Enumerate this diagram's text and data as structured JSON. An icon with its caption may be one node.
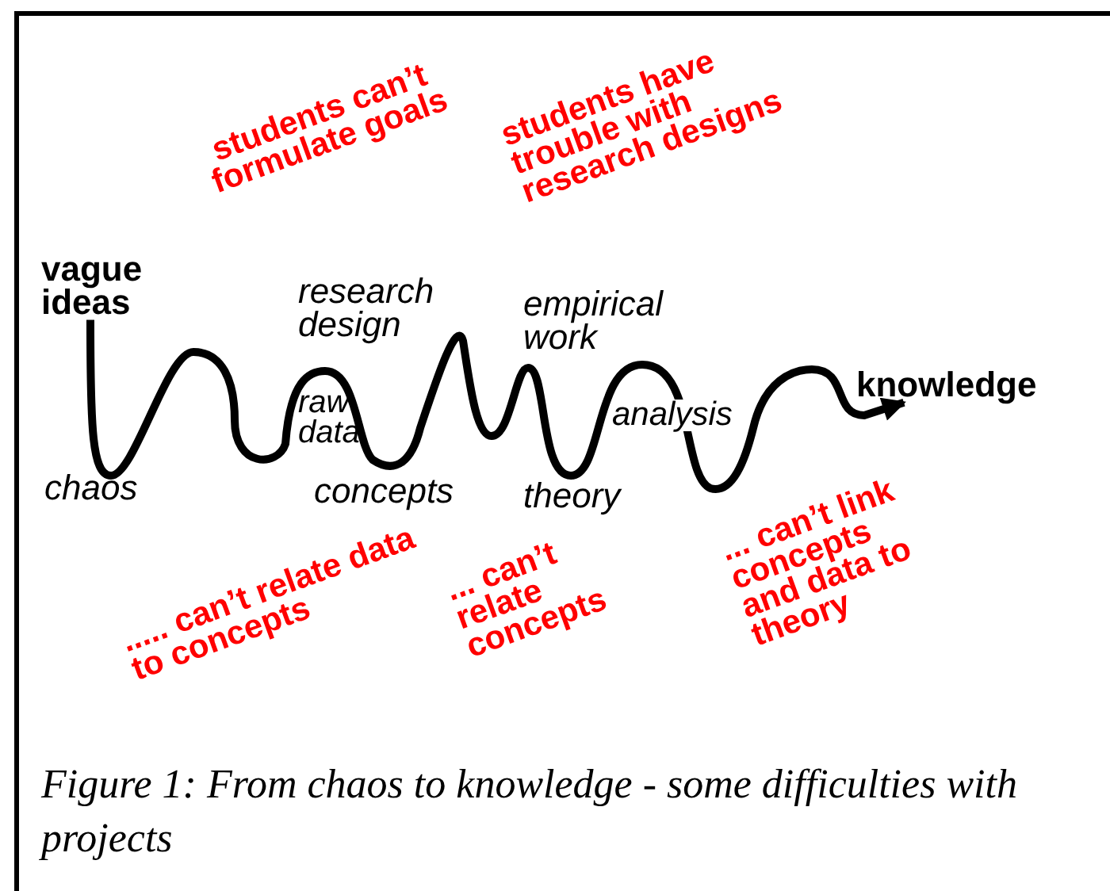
{
  "diagram": {
    "caption": "Figure 1: From chaos to knowledge - some difficulties with projects",
    "nodes": [
      {
        "text": [
          "vague ideas"
        ]
      },
      {
        "text": [
          "knowledge"
        ]
      }
    ],
    "edges": [
      {
        "from": 0,
        "to": 1,
        "arrow": "to"
      }
    ],
    "labels": [
      "students can’t formulate goals",
      "students have trouble with research designs",
      "research design",
      "empirical work",
      "raw data",
      "analysis",
      "chaos",
      "concepts",
      "theory",
      "..... can’t relate data to concepts",
      "... can’t relate concepts",
      "... can’t link concepts and data to theory"
    ]
  }
}
